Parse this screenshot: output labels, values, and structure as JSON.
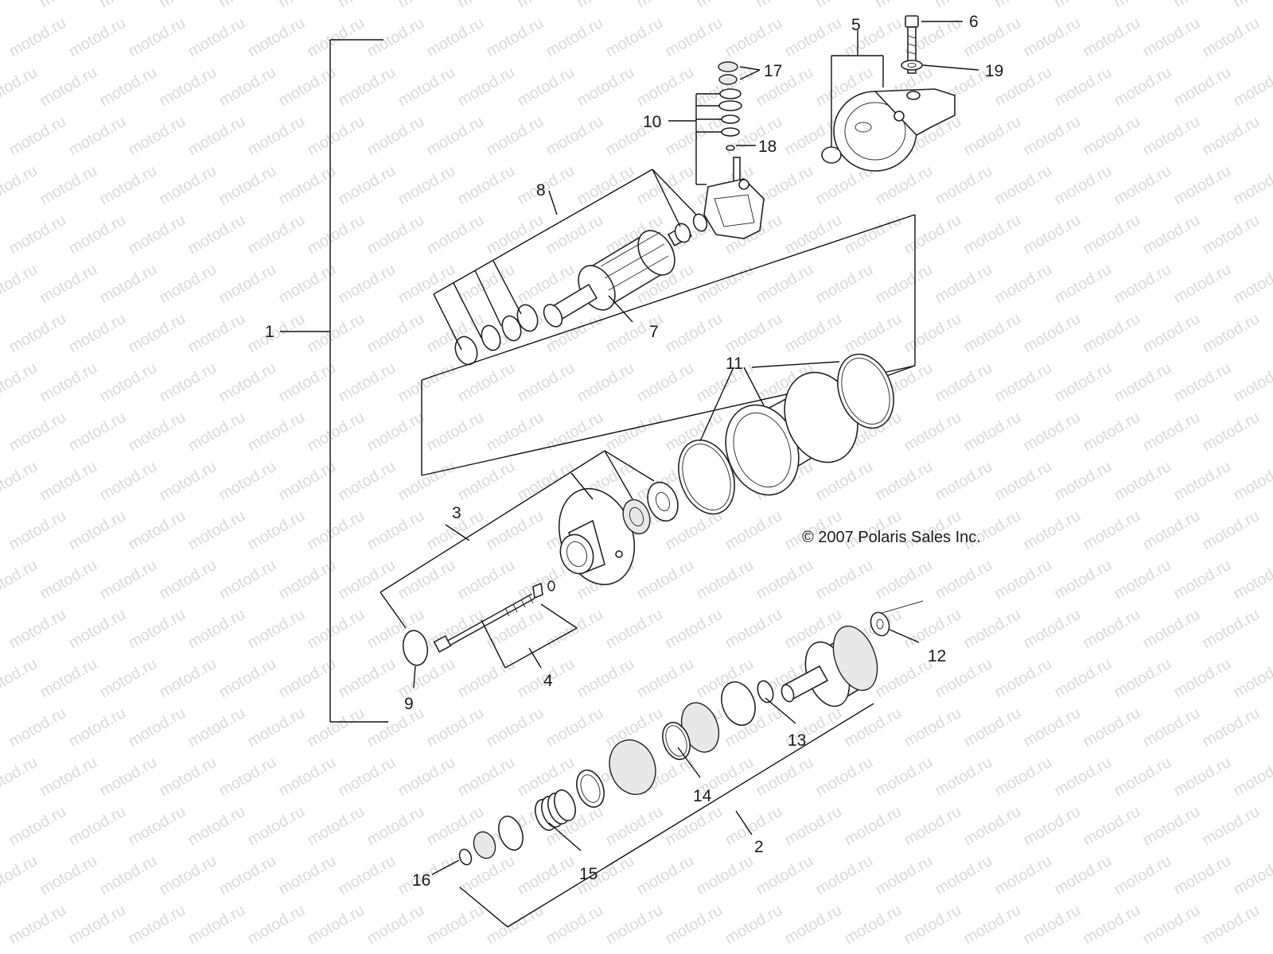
{
  "watermark": "motod.ru",
  "copyright": "© 2007 Polaris Sales Inc.",
  "callouts": {
    "c1": "1",
    "c2": "2",
    "c3": "3",
    "c4": "4",
    "c5": "5",
    "c6": "6",
    "c7": "7",
    "c8": "8",
    "c9": "9",
    "c10": "10",
    "c11": "11",
    "c12": "12",
    "c13": "13",
    "c14": "14",
    "c15": "15",
    "c16": "16",
    "c17": "17",
    "c18": "18",
    "c19": "19"
  }
}
